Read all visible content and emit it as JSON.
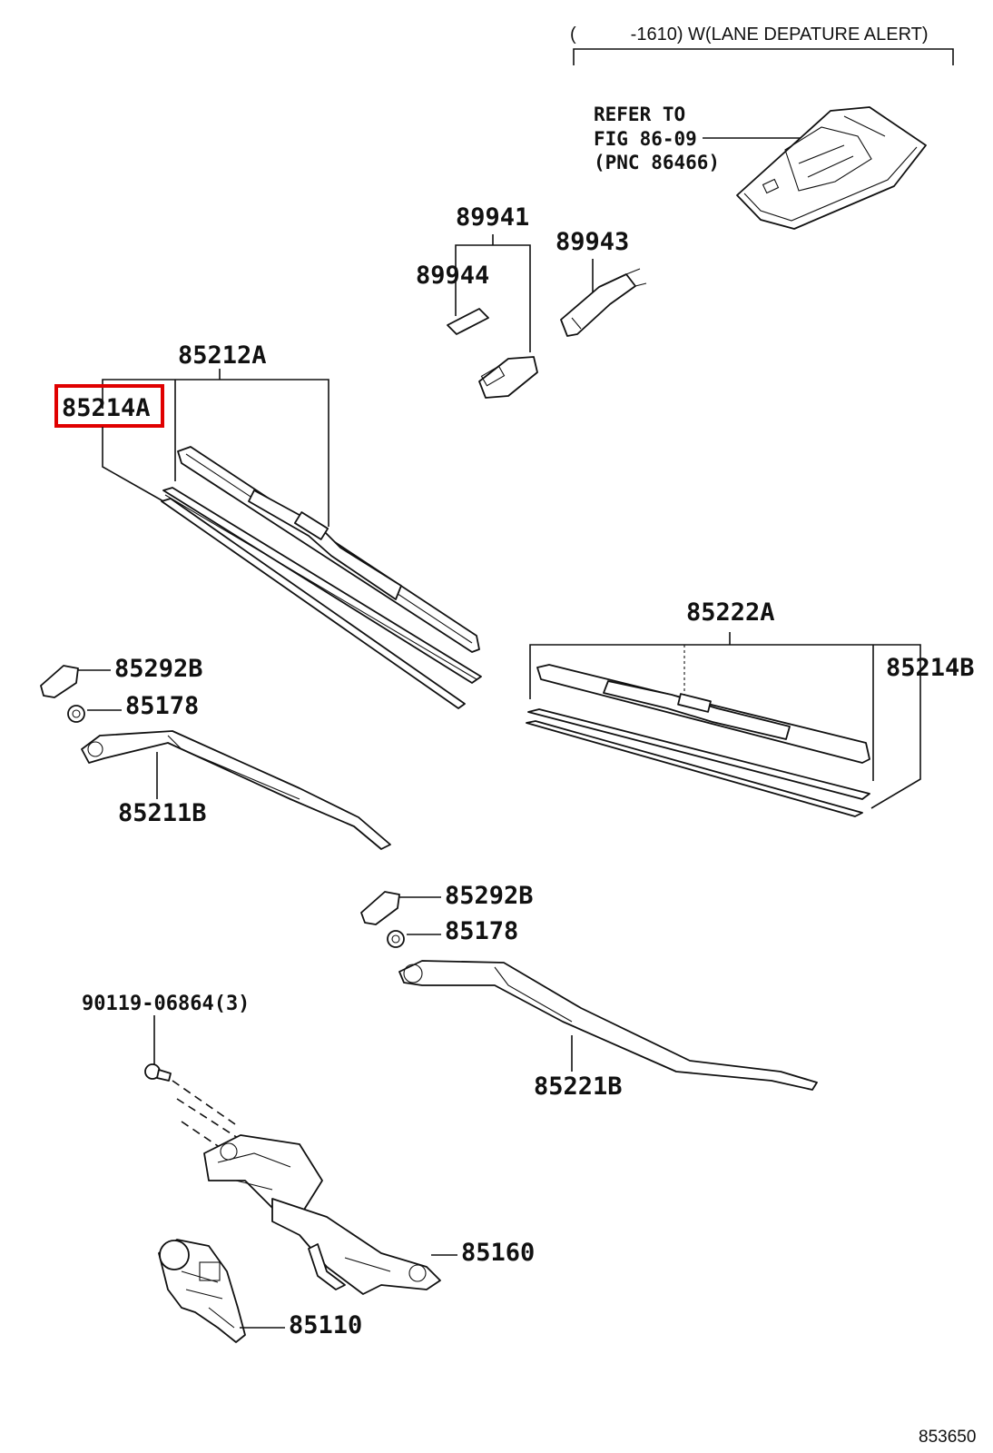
{
  "header": {
    "condition_text": "(   -1610)  W(LANE DEPATURE ALERT)"
  },
  "reference": {
    "line1": "REFER TO",
    "line2": "FIG 86-09",
    "line3": "(PNC 86466)"
  },
  "labels": {
    "p89941": "89941",
    "p89943": "89943",
    "p89944": "89944",
    "p85212A": "85212A",
    "p85214A": "85214A",
    "p85222A": "85222A",
    "p85214B": "85214B",
    "p85292B_1": "85292B",
    "p85178_1": "85178",
    "p85211B": "85211B",
    "p85292B_2": "85292B",
    "p85178_2": "85178",
    "p90119": "90119-06864(3)",
    "p85221B": "85221B",
    "p85160": "85160",
    "p85110": "85110"
  },
  "highlighted_part": "85214A",
  "highlight_color": "#e00000",
  "figure_code": "853650"
}
